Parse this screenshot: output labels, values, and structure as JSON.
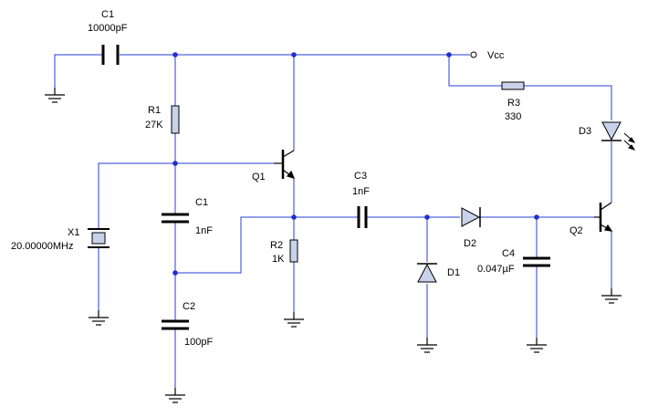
{
  "colors": {
    "wire": "#2a3ed8",
    "component": "#000000",
    "fill": "#c8d2ea",
    "node": "#1f2fd0",
    "background": "#ffffff"
  },
  "components": {
    "c1_top": {
      "ref": "C1",
      "value": "10000pF"
    },
    "vcc": {
      "label": "Vcc"
    },
    "r1": {
      "ref": "R1",
      "value": "27K"
    },
    "q1": {
      "ref": "Q1"
    },
    "x1": {
      "ref": "X1",
      "value": "20.00000MHz"
    },
    "c1_mid": {
      "ref": "C1",
      "value": "1nF"
    },
    "c2": {
      "ref": "C2",
      "value": "100pF"
    },
    "r2": {
      "ref": "R2",
      "value": "1K"
    },
    "c3": {
      "ref": "C3",
      "value": "1nF"
    },
    "d1": {
      "ref": "D1"
    },
    "d2": {
      "ref": "D2"
    },
    "c4": {
      "ref": "C4",
      "value": "0.047µF"
    },
    "r3": {
      "ref": "R3",
      "value": "330"
    },
    "d3": {
      "ref": "D3"
    },
    "q2": {
      "ref": "Q2"
    }
  }
}
